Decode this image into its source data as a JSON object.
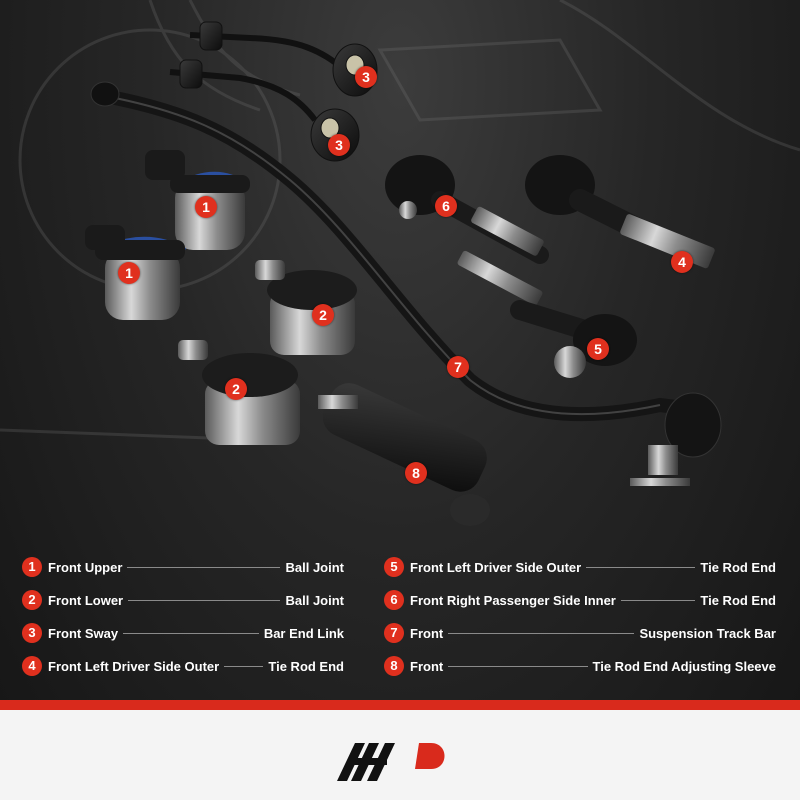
{
  "colors": {
    "accent": "#e0301e",
    "stripe": "#d92a1c",
    "footer": "#f4f4f4",
    "text": "#ffffff"
  },
  "badges": {
    "b1a": "1",
    "b1b": "1",
    "b2a": "2",
    "b2b": "2",
    "b3a": "3",
    "b3b": "3",
    "b4": "4",
    "b5": "5",
    "b6": "6",
    "b7": "7",
    "b8": "8"
  },
  "legend": [
    {
      "num": "1",
      "name": "Front Upper",
      "part": "Ball Joint"
    },
    {
      "num": "2",
      "name": "Front Lower",
      "part": "Ball Joint"
    },
    {
      "num": "3",
      "name": "Front Sway",
      "part": "Bar End Link"
    },
    {
      "num": "4",
      "name": "Front Left Driver Side Outer",
      "part": "Tie Rod End"
    },
    {
      "num": "5",
      "name": "Front Left Driver Side Outer",
      "part": "Tie Rod End"
    },
    {
      "num": "6",
      "name": "Front Right Passenger Side Inner",
      "part": "Tie Rod End"
    },
    {
      "num": "7",
      "name": "Front",
      "part": "Suspension Track Bar"
    },
    {
      "num": "8",
      "name": "Front",
      "part": "Tie Rod End Adjusting Sleeve"
    }
  ],
  "brand_logo": "logo-icon"
}
